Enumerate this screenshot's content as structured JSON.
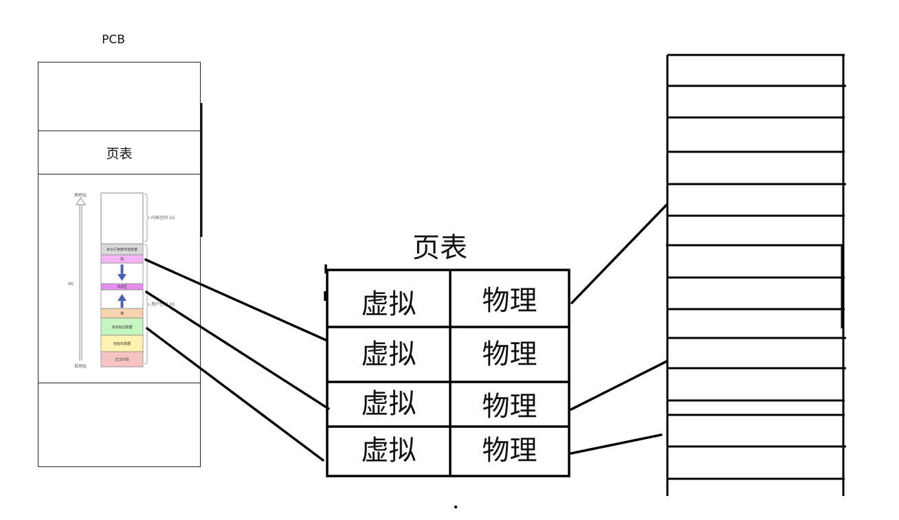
{
  "pcb": {
    "title": "PCB",
    "page_table_label": "页表"
  },
  "memory_layout": {
    "high_addr": "高地址",
    "low_addr": "低地址",
    "total": "4G",
    "kernel_space": "内核空间 1G",
    "user_space": "用户空间 3G",
    "segments": [
      {
        "label": "命令行参数环境变量",
        "color": "#d9d9d9"
      },
      {
        "label": "栈",
        "color": "#f4b6f4"
      },
      {
        "label": "共享区",
        "color": "#e58ef0"
      },
      {
        "label": "堆",
        "color": "#f9d2b0"
      },
      {
        "label": "未初始化数据",
        "color": "#c5f5c0"
      },
      {
        "label": "初始化数据",
        "color": "#fff2b0"
      },
      {
        "label": "正文代码",
        "color": "#f7c4c4"
      }
    ]
  },
  "page_table": {
    "title": "页表",
    "rows": [
      {
        "virtual": "虚拟",
        "physical": "物理"
      },
      {
        "virtual": "虚拟",
        "physical": "物理"
      },
      {
        "virtual": "虚拟",
        "physical": "物理"
      },
      {
        "virtual": "虚拟",
        "physical": "物理"
      }
    ]
  }
}
